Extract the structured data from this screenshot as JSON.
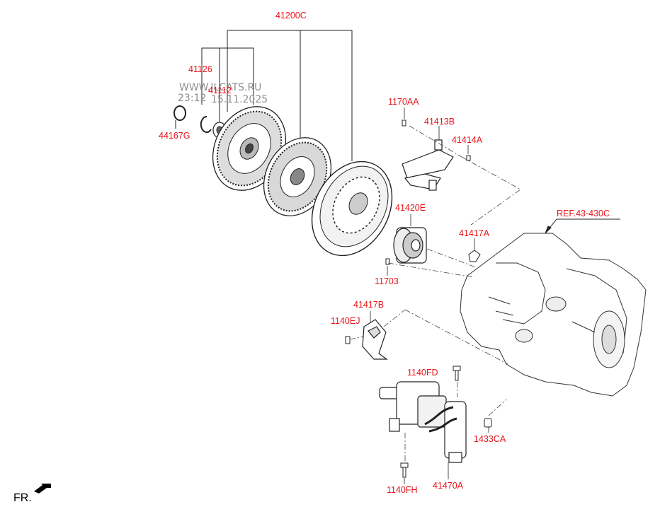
{
  "labels": {
    "p41200C": "41200C",
    "p41126": "41126",
    "p41112": "41112",
    "p44167G": "44167G",
    "p1170AA": "1170AA",
    "p41413B": "41413B",
    "p41414A": "41414A",
    "p41420E": "41420E",
    "p41417A": "41417A",
    "p11703": "11703",
    "p41417B": "41417B",
    "p1140EJ": "1140EJ",
    "p1140FD": "1140FD",
    "p1433CA": "1433CA",
    "p1140FH": "1140FH",
    "p41470A": "41470A",
    "ref": "REF.43-430C"
  },
  "watermark": {
    "line1": "WWW.ILCATS.RU",
    "time": "23:12",
    "date": "15.11.2025"
  },
  "direction": {
    "label": "FR."
  },
  "colors": {
    "label": "#e8151b",
    "line": "#222222",
    "watermark": "#8f8f8f"
  }
}
